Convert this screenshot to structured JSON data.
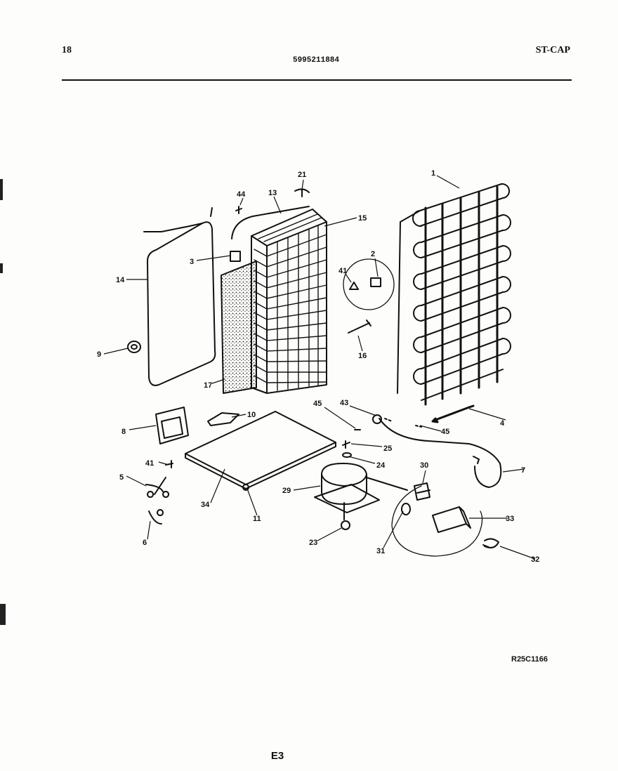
{
  "header": {
    "page_number": "18",
    "model_code": "ST-CAP",
    "part_number": "5995211884"
  },
  "diagram": {
    "callouts": [
      {
        "id": "c1",
        "text": "1"
      },
      {
        "id": "c2",
        "text": "2"
      },
      {
        "id": "c3",
        "text": "3"
      },
      {
        "id": "c4",
        "text": "4"
      },
      {
        "id": "c5",
        "text": "5"
      },
      {
        "id": "c6",
        "text": "6"
      },
      {
        "id": "c7",
        "text": "7"
      },
      {
        "id": "c8",
        "text": "8"
      },
      {
        "id": "c9",
        "text": "9"
      },
      {
        "id": "c10",
        "text": "10"
      },
      {
        "id": "c11",
        "text": "11"
      },
      {
        "id": "c13",
        "text": "13"
      },
      {
        "id": "c14",
        "text": "14"
      },
      {
        "id": "c15",
        "text": "15"
      },
      {
        "id": "c16",
        "text": "16"
      },
      {
        "id": "c17",
        "text": "17"
      },
      {
        "id": "c21",
        "text": "21"
      },
      {
        "id": "c23",
        "text": "23"
      },
      {
        "id": "c24",
        "text": "24"
      },
      {
        "id": "c25",
        "text": "25"
      },
      {
        "id": "c29",
        "text": "29"
      },
      {
        "id": "c30",
        "text": "30"
      },
      {
        "id": "c31",
        "text": "31"
      },
      {
        "id": "c32",
        "text": "32"
      },
      {
        "id": "c33",
        "text": "33"
      },
      {
        "id": "c34",
        "text": "34"
      },
      {
        "id": "c41a",
        "text": "41"
      },
      {
        "id": "c41b",
        "text": "41"
      },
      {
        "id": "c43",
        "text": "43"
      },
      {
        "id": "c44",
        "text": "44"
      },
      {
        "id": "c45a",
        "text": "45"
      },
      {
        "id": "c45b",
        "text": "45"
      }
    ]
  },
  "footer": {
    "drawing_reference": "R25C1166",
    "section_code": "E3"
  }
}
